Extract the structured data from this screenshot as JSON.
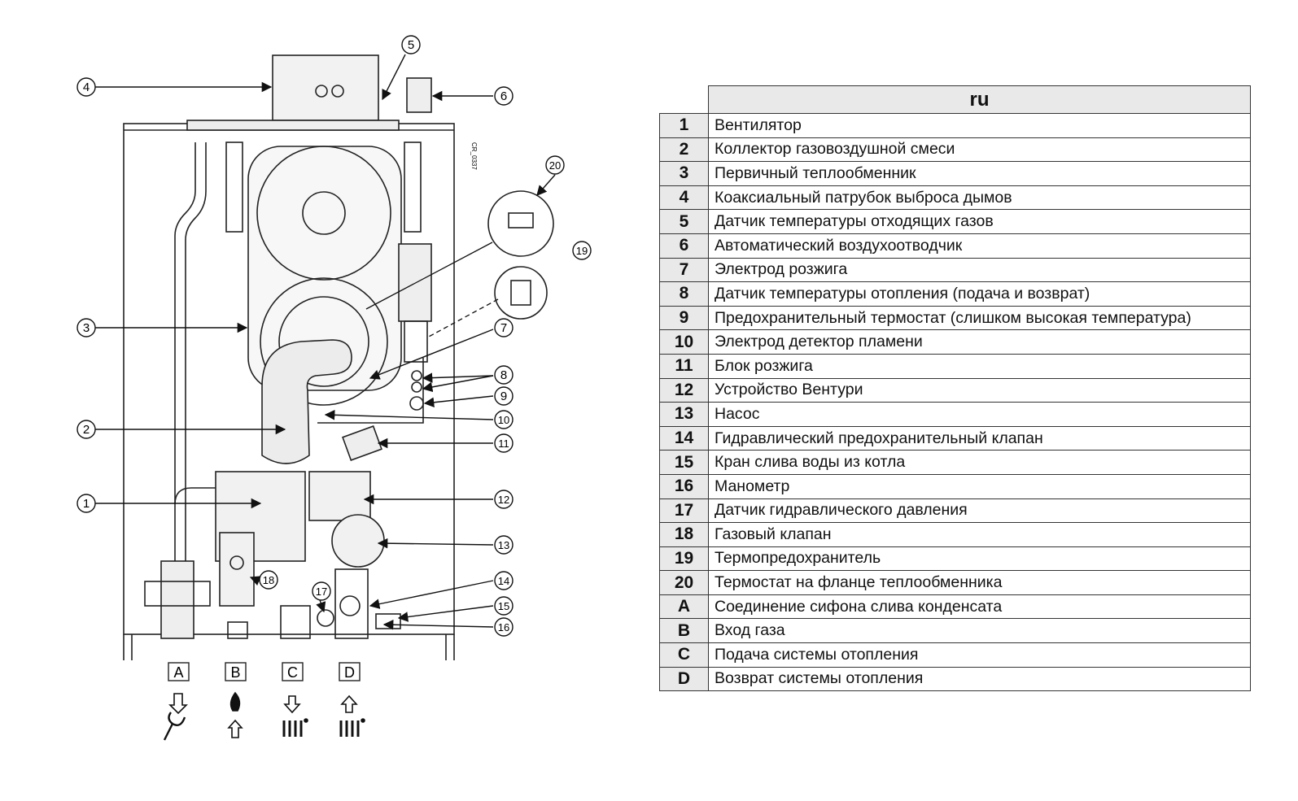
{
  "diagram": {
    "drawing_code": "CR_0337",
    "callouts": [
      "1",
      "2",
      "3",
      "4",
      "5",
      "6",
      "7",
      "8",
      "9",
      "10",
      "11",
      "12",
      "13",
      "14",
      "15",
      "16",
      "17",
      "18",
      "19",
      "20"
    ],
    "connection_labels": [
      "A",
      "B",
      "C",
      "D"
    ]
  },
  "legend": {
    "header": "ru",
    "rows": [
      {
        "key": "1",
        "text": "Вентилятор"
      },
      {
        "key": "2",
        "text": "Коллектор газовоздушной смеси"
      },
      {
        "key": "3",
        "text": "Первичный теплообменник"
      },
      {
        "key": "4",
        "text": "Коаксиальный патрубок выброса дымов"
      },
      {
        "key": "5",
        "text": "Датчик температуры отходящих газов"
      },
      {
        "key": "6",
        "text": "Автоматический воздухоотводчик"
      },
      {
        "key": "7",
        "text": "Электрод розжига"
      },
      {
        "key": "8",
        "text": "Датчик температуры отопления (подача и возврат)"
      },
      {
        "key": "9",
        "text": "Предохранительный термостат (слишком высокая температура)"
      },
      {
        "key": "10",
        "text": "Электрод детектор пламени"
      },
      {
        "key": "11",
        "text": "Блок розжига"
      },
      {
        "key": "12",
        "text": "Устройство Вентури"
      },
      {
        "key": "13",
        "text": "Насос"
      },
      {
        "key": "14",
        "text": "Гидравлический предохранительный клапан"
      },
      {
        "key": "15",
        "text": "Кран слива воды из котла"
      },
      {
        "key": "16",
        "text": "Манометр"
      },
      {
        "key": "17",
        "text": "Датчик гидравлического давления"
      },
      {
        "key": "18",
        "text": "Газовый клапан"
      },
      {
        "key": "19",
        "text": "Термопредохранитель"
      },
      {
        "key": "20",
        "text": "Термостат на фланце теплообменника"
      },
      {
        "key": "A",
        "text": "Соединение сифона слива конденсата"
      },
      {
        "key": "B",
        "text": "Вход газа"
      },
      {
        "key": "C",
        "text": "Подача системы отопления"
      },
      {
        "key": "D",
        "text": "Возврат системы отопления"
      }
    ]
  }
}
